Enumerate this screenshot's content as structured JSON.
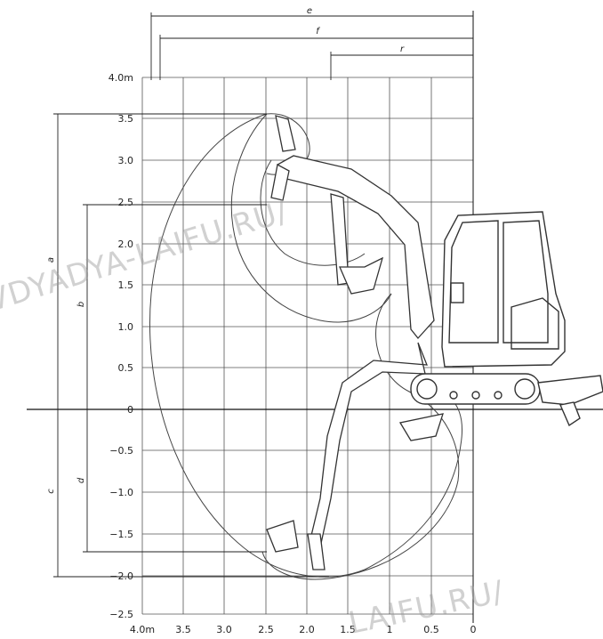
{
  "diagram": {
    "y_ticks": [
      "4.0m",
      "3.5",
      "3.0",
      "2.5",
      "2.0",
      "1.5",
      "1.0",
      "0.5",
      "0",
      "−0.5",
      "−1.0",
      "−1.5",
      "−2.0",
      "−2.5"
    ],
    "x_ticks": [
      "4.0m",
      "3.5",
      "3.0",
      "2.5",
      "2.0",
      "1.5",
      "1",
      "0.5",
      "0"
    ],
    "dimension_labels": {
      "e": "e",
      "f": "f",
      "r": "r",
      "a": "a",
      "b": "b",
      "c": "c",
      "d": "d"
    },
    "watermarks": [
      "VDYADYA-LAIFU.RU/",
      "LAIFU.RU/"
    ],
    "line_color": "#2a2a2a",
    "background": "#ffffff"
  }
}
